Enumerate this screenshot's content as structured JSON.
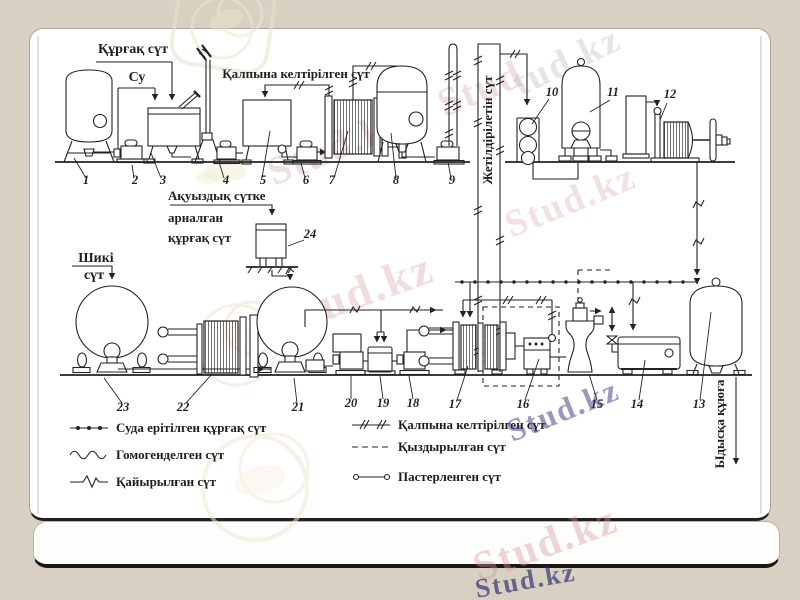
{
  "page": {
    "background": "#d7d0c3",
    "slide_color": "#ffffff",
    "ink": "#222222",
    "description_colors": {
      "watermark_pink": "#d09a9a",
      "watermark_navy": "#2a2a6e",
      "watermark_gray": "#a8a8a8",
      "logo_cream": "#ece5cd"
    }
  },
  "flow_labels": {
    "dry_milk": "Құрғақ сүт",
    "water": "Су",
    "reconstituted_milk": "Қалпына келтірілген сүт",
    "maturing_milk_vertical": "Жетілдірілетін сүт",
    "protein_milk_line1": "Ақуыздық сүтке",
    "protein_milk_line2": "арналған",
    "protein_milk_line3": "құрғақ сүт",
    "raw_milk_line1": "Шикі",
    "raw_milk_line2": "сүт",
    "bottling_vertical": "Ыдысқа құюға"
  },
  "equipment_numbers": [
    "1",
    "2",
    "3",
    "4",
    "5",
    "6",
    "7",
    "8",
    "9",
    "10",
    "11",
    "12",
    "13",
    "14",
    "15",
    "16",
    "17",
    "18",
    "19",
    "20",
    "21",
    "22",
    "23",
    "24"
  ],
  "legend": {
    "left": [
      {
        "style": "line-with-dots",
        "label": "Суда ерітілген құрғақ сүт"
      },
      {
        "style": "wavy-line",
        "label": "Гомогенделген сүт"
      },
      {
        "style": "line-with-zigzag",
        "label": "Қайырылған сүт"
      }
    ],
    "right": [
      {
        "style": "line-with-double-hatch",
        "label": "Қалпына келтірілген сүт"
      },
      {
        "style": "dashed-line",
        "label": "Қыздырылған сүт"
      },
      {
        "style": "line-with-dot-ends",
        "label": "Пастерленген сүт"
      }
    ]
  },
  "watermarks": {
    "brand": "Stud.kz",
    "texts": [
      {
        "text": "Stud.kz - Stud",
        "color": "rgba(207,154,154,0.32)"
      },
      {
        "text": "Stud.kz",
        "color": "rgba(210,158,158,0.34)"
      },
      {
        "text": "Stud.kz",
        "color": "rgba(213,163,163,0.32)"
      },
      {
        "text": "tud.kz",
        "color": "rgba(168,168,168,0.30)"
      },
      {
        "text": "Stud.kz",
        "color": "rgba(52,52,128,0.50)"
      },
      {
        "text": "Stud.kz",
        "color": "rgba(214,150,150,0.40)"
      },
      {
        "text": "Stud.kz",
        "color": "rgba(40,40,110,0.65)"
      }
    ]
  }
}
